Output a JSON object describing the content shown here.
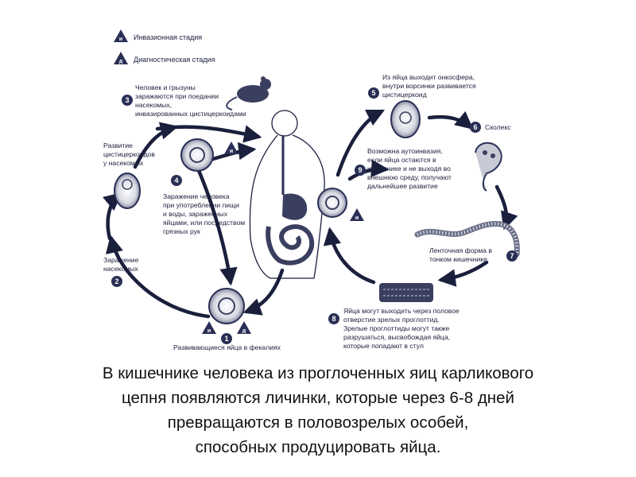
{
  "legend": [
    {
      "symbol": "и",
      "label": "Инвазионная стадия"
    },
    {
      "symbol": "д",
      "label": "Диагностическая стадия"
    }
  ],
  "stages": [
    {
      "number": "1",
      "lines": [
        "Развивающиеся яйца в фекалиях"
      ]
    },
    {
      "number": "2",
      "lines": [
        "Заражение",
        "насекомых"
      ]
    },
    {
      "number": "3",
      "lines": [
        "Человек и грызуны",
        "заражаются при поедании",
        "насекомых,",
        "инвазированных цистицеркоидами"
      ]
    },
    {
      "number": "4",
      "lines": [
        "Заражение человека",
        "при употреблении пищи",
        "и воды, зараженных",
        "яйцами, или посредством",
        "грязных рук"
      ]
    },
    {
      "number": "5",
      "lines": [
        "Из яйца выходит онкосфера,",
        "внутри ворсинки развивается",
        "цистицеркоид"
      ]
    },
    {
      "number": "6",
      "lines": [
        "Сколекс"
      ]
    },
    {
      "number": "7",
      "lines": [
        "Ленточная форма в",
        "тонком кишечнике"
      ]
    },
    {
      "number": "8",
      "lines": [
        "Яйца могут выходить через половое",
        "отверстие зрелых проглоттид.",
        "Зрелые проглоттиды могут также",
        "разрушаться, высвобождая яйца,",
        "которые попадают в стул"
      ]
    },
    {
      "number": "9",
      "lines": [
        "Возможна аутоинвазия,",
        "если яйца остаются в",
        "кишечнике и не выходя во",
        "внешнюю среду, получают",
        "дальнейшее развитие"
      ]
    }
  ],
  "insect_label": [
    "Развитие",
    "цистицеркоидов",
    "у насекомых"
  ],
  "caption": [
    "В кишечнике человека из проглоченных яиц карликового",
    "цепня появляются личинки, которые через 6-8 дней",
    "превращаются в половозрелых особей,",
    "способных продуцировать яйца."
  ],
  "colors": {
    "ink": "#1a1f3c",
    "marker": "#2a2f55",
    "caption": "#111111"
  }
}
